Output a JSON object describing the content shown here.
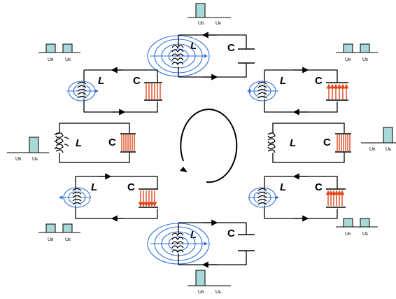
{
  "labels": {
    "inductor": "L",
    "capacitor": "C",
    "magnetic_energy": "U",
    "magnetic_sub": "B",
    "electric_energy": "U",
    "electric_sub": "E"
  },
  "colors": {
    "magnetic_field": "#2f6fd8",
    "electric_field": "#e0481c",
    "energy_bar": "#a8d8d8",
    "wire": "#000000"
  },
  "cycle_indicator": "circular-arrow-icon",
  "states": [
    {
      "position": "top",
      "UB": 1.0,
      "UE": 0.0
    },
    {
      "position": "upper-right",
      "UB": 0.5,
      "UE": 0.5
    },
    {
      "position": "right",
      "UB": 0.0,
      "UE": 1.0
    },
    {
      "position": "lower-right",
      "UB": 0.5,
      "UE": 0.5
    },
    {
      "position": "bottom",
      "UB": 1.0,
      "UE": 0.0
    },
    {
      "position": "lower-left",
      "UB": 0.5,
      "UE": 0.5
    },
    {
      "position": "left",
      "UB": 0.0,
      "UE": 1.0
    },
    {
      "position": "upper-left",
      "UB": 0.5,
      "UE": 0.5
    }
  ]
}
